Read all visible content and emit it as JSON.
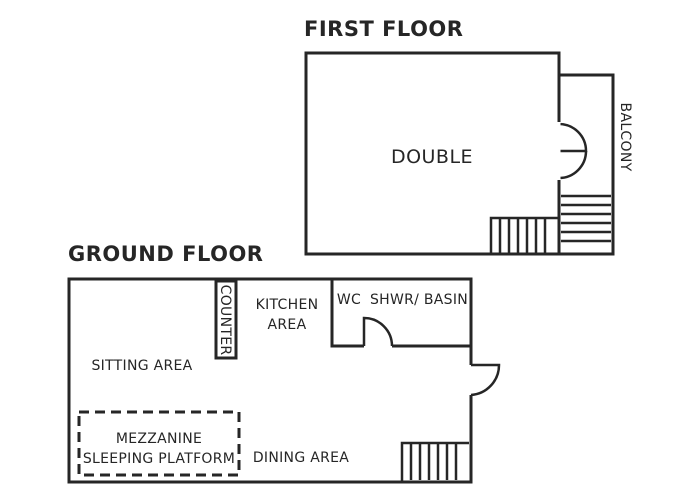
{
  "first_floor": {
    "title": "FIRST FLOOR",
    "rooms": {
      "double": "DOUBLE",
      "balcony": "BALCONY"
    }
  },
  "ground_floor": {
    "title": "GROUND FLOOR",
    "rooms": {
      "counter": "COUNTER",
      "kitchen_line1": "KITCHEN",
      "kitchen_line2": "AREA",
      "wc": "WC",
      "shower_basin": "SHWR/ BASIN",
      "sitting": "SITTING AREA",
      "mezzanine_line1": "MEZZANINE",
      "mezzanine_line2": "SLEEPING PLATFORM",
      "dining": "DINING AREA"
    }
  }
}
